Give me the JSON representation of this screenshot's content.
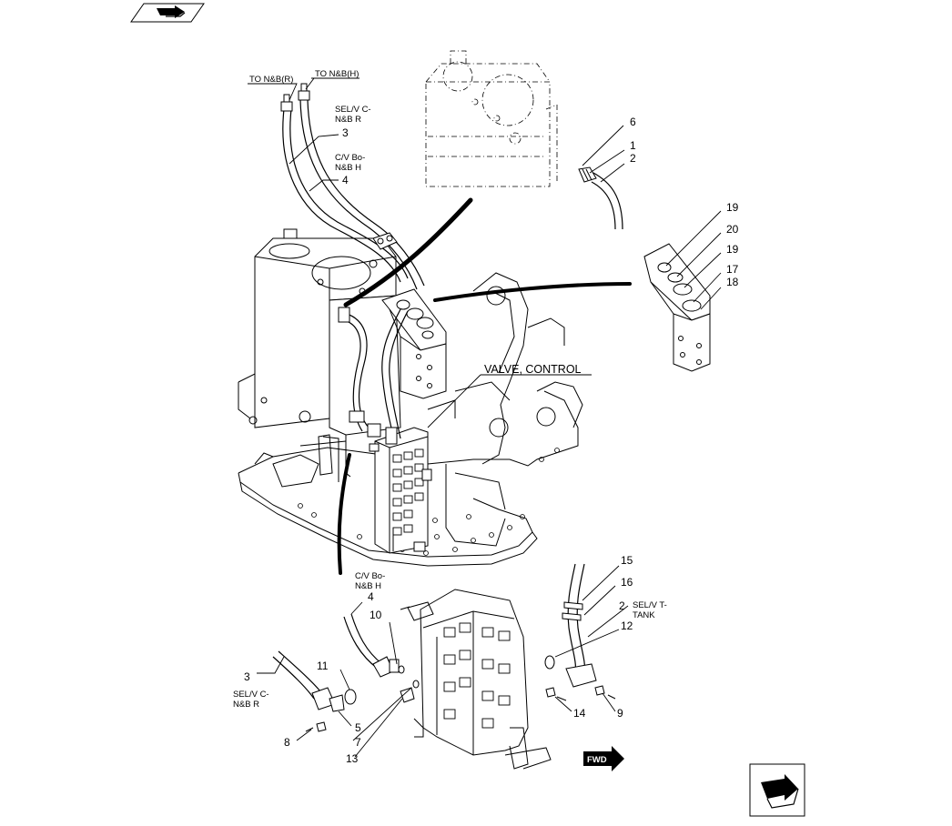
{
  "labels": {
    "to_nb_r": "TO N&B(R)",
    "to_nb_h": "TO N&B(H)",
    "selv_c_top": [
      "SEL/V C-",
      "N&B R"
    ],
    "cv_bo_top": [
      "C/V Bo-",
      "N&B H"
    ],
    "valve_control": "VALVE, CONTROL",
    "cv_bo_bottom": [
      "C/V Bo-",
      "N&B H"
    ],
    "selv_t_tank": [
      "SEL/V T-",
      "TANK"
    ],
    "selv_c_bottom": [
      "SEL/V C-",
      "N&B R"
    ],
    "fwd": "FWD"
  },
  "callouts": {
    "c1": "1",
    "c2": "2",
    "c3": "3",
    "c4": "4",
    "c6": "6",
    "c19a": "19",
    "c20": "20",
    "c19b": "19",
    "c17": "17",
    "c18": "18",
    "c15": "15",
    "c16": "16",
    "c2b": "2",
    "c12": "12",
    "c9": "9",
    "c14": "14",
    "c4b": "4",
    "c10": "10",
    "c11": "11",
    "c3b": "3",
    "c5": "5",
    "c7": "7",
    "c8": "8",
    "c13": "13"
  },
  "icons": {
    "top_left": "next-page-arrow-icon",
    "bottom_right": "next-page-arrow-icon"
  }
}
